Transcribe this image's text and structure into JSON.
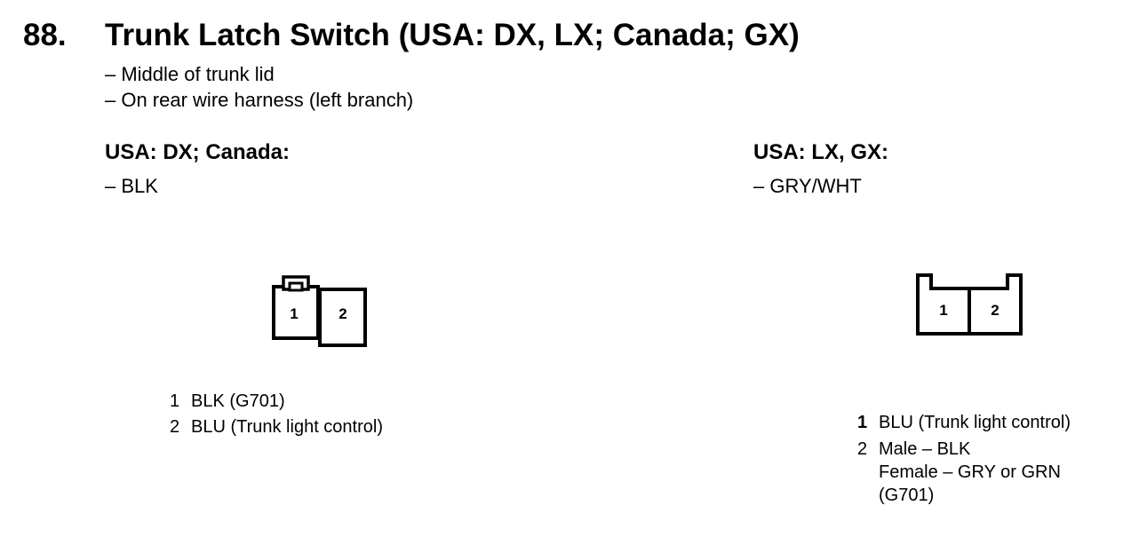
{
  "section": {
    "number": "88.",
    "title": "Trunk Latch Switch (USA: DX, LX; Canada; GX)"
  },
  "location": [
    "– Middle of trunk lid",
    "– On rear wire harness (left branch)"
  ],
  "variants": [
    {
      "heading": "USA: DX; Canada:",
      "connector_color": "– BLK",
      "terminal_labels": [
        "1",
        "2"
      ],
      "pins": [
        {
          "num": "1",
          "lines": [
            "BLK (G701)"
          ]
        },
        {
          "num": "2",
          "lines": [
            "BLU (Trunk light control)"
          ]
        }
      ]
    },
    {
      "heading": "USA: LX, GX:",
      "connector_color": "– GRY/WHT",
      "terminal_labels": [
        "1",
        "2"
      ],
      "pins": [
        {
          "num": "1",
          "lines": [
            "BLU (Trunk light control)"
          ]
        },
        {
          "num": "2",
          "lines": [
            "Male – BLK",
            "Female – GRY or GRN",
            "(G701)"
          ]
        }
      ]
    }
  ]
}
